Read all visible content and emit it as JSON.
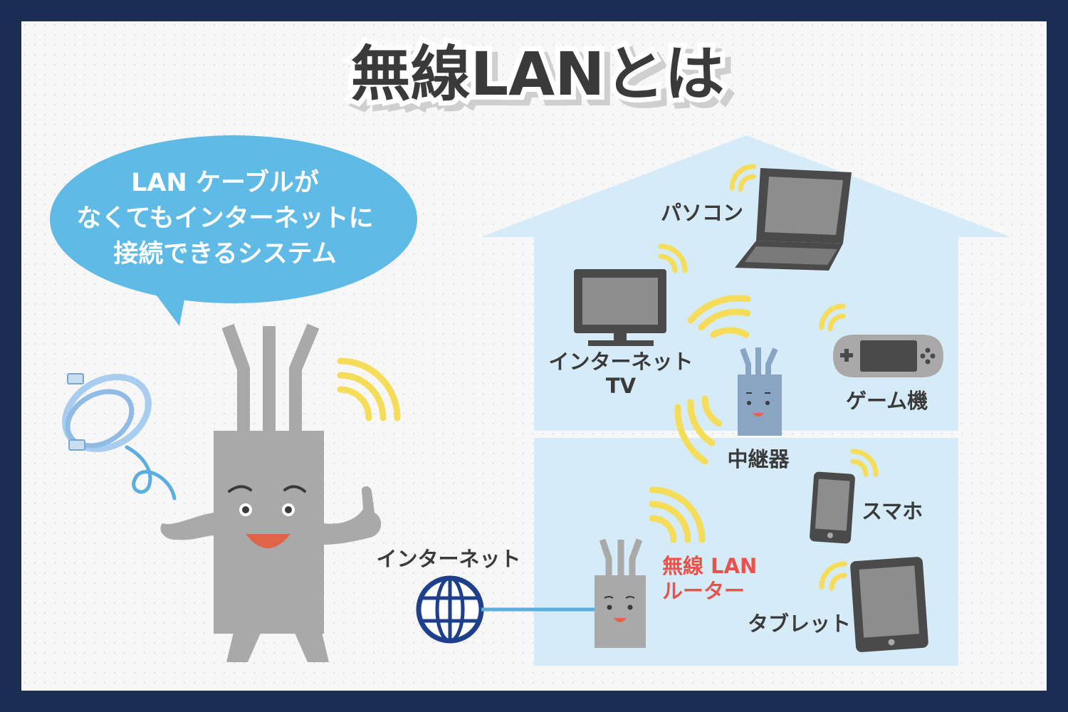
{
  "title": "無線LANとは",
  "bubble": {
    "lines": [
      "LAN ケーブルが",
      "なくてもインターネットに",
      "接続できるシステム"
    ]
  },
  "labels": {
    "pc": "パソコン",
    "tv_line1": "インターネット",
    "tv_line2": "TV",
    "game": "ゲーム機",
    "repeater": "中継器",
    "smartphone": "スマホ",
    "internet": "インターネット",
    "router_line1": "無線 LAN",
    "router_line2": "ルーター",
    "tablet": "タブレット"
  },
  "colors": {
    "frame": "#1b2d52",
    "panel": "#f6f6f6",
    "house": "#d6ebf8",
    "roof": "#d6ebf8",
    "bubble": "#5fbbe6",
    "router_gray": "#a9a9a9",
    "repeater_blue": "#8aa4c4",
    "wifi_yellow": "#f5dd5a",
    "globe_blue": "#1e3f8c",
    "device_dark": "#4a4a4a",
    "accent_red": "#e8524a",
    "cable_blue": "#a8cdee"
  },
  "icons": [
    "wifi-icon",
    "globe-icon",
    "laptop-icon",
    "tv-icon",
    "game-console-icon",
    "smartphone-icon",
    "tablet-icon",
    "lan-cable-icon"
  ]
}
